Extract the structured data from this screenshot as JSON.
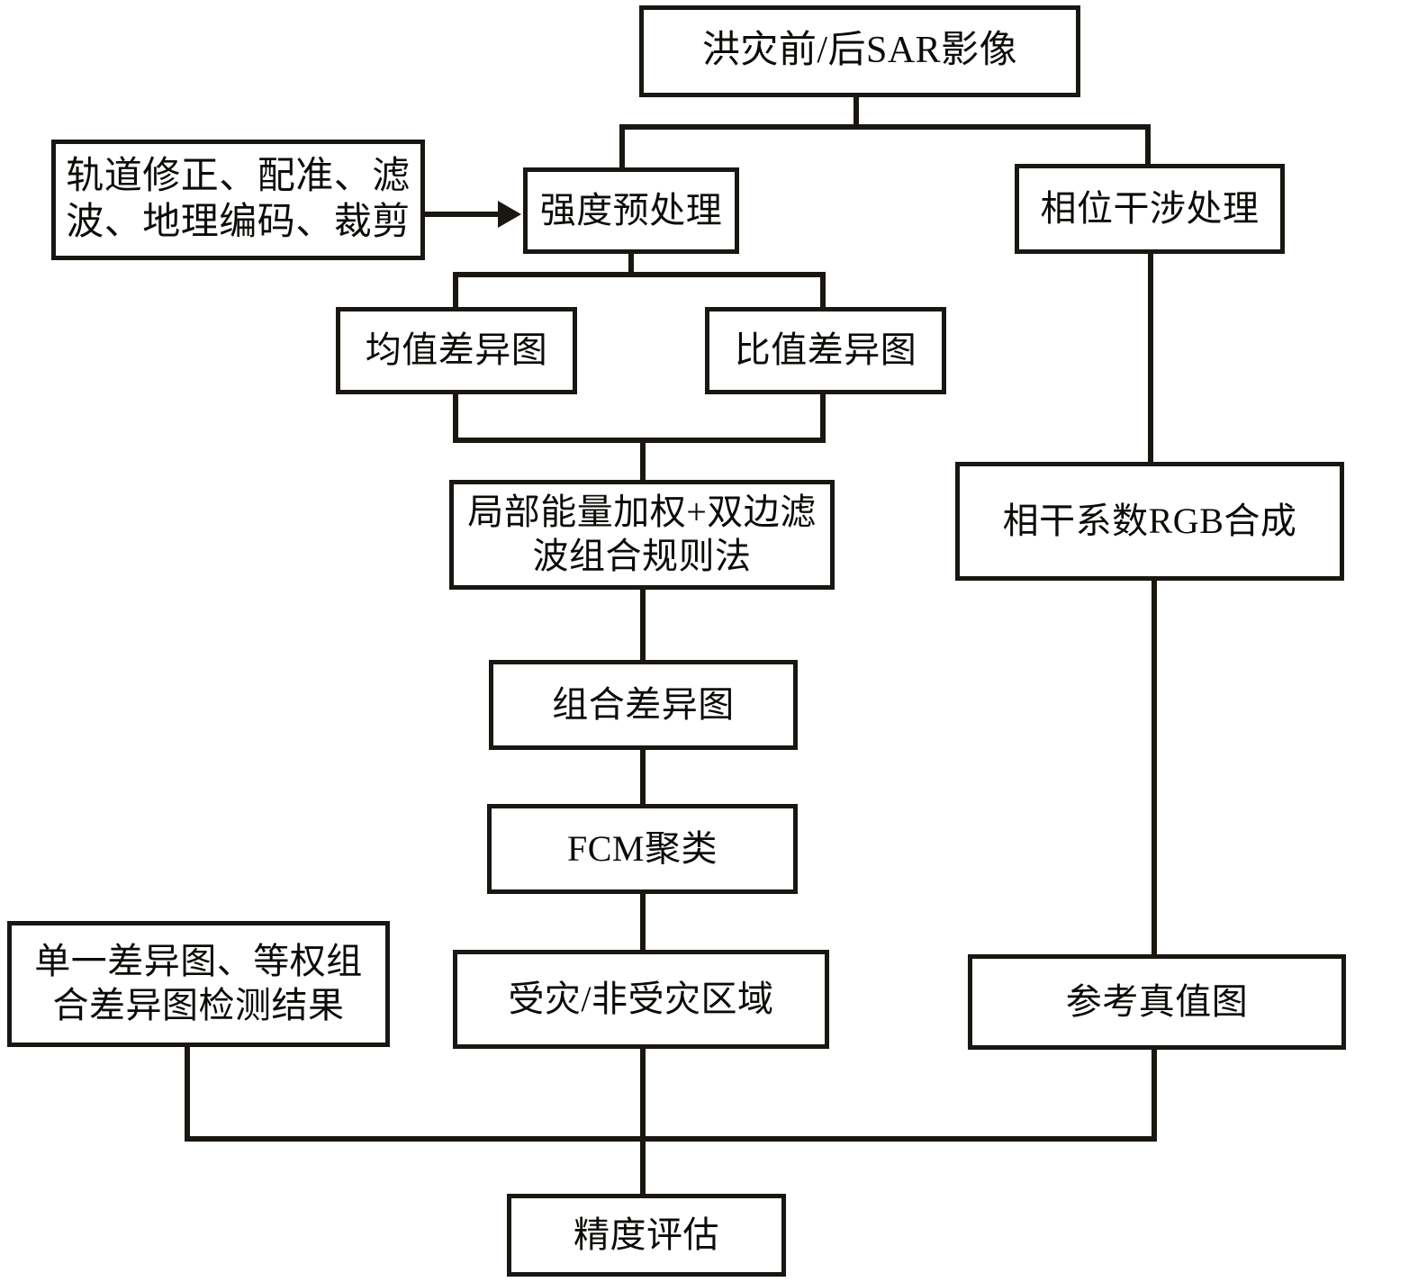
{
  "diagram": {
    "title": "SAR flood detection processing flowchart",
    "colors": {
      "stroke": "#1a1713",
      "fill": "#ffffff",
      "text": "#0d0b08"
    },
    "nodes": {
      "sar_images": "洪灾前/后SAR影像",
      "preprocess_steps": "轨道修正、配准、滤\n波、地理编码、裁剪",
      "intensity_preprocess": "强度预处理",
      "phase_interference": "相位干涉处理",
      "mean_difference_map": "均值差异图",
      "ratio_difference_map": "比值差异图",
      "fusion_rule": "局部能量加权+双边滤\n波组合规则法",
      "coherence_rgb": "相干系数RGB合成",
      "combined_difference_map": "组合差异图",
      "fcm_clustering": "FCM聚类",
      "single_and_equal_weight_results": "单一差异图、等权组\n合差异图检测结果",
      "flooded_nonflooded_area": "受灾/非受灾区域",
      "reference_truth_map": "参考真值图",
      "accuracy_assessment": "精度评估"
    },
    "connectors": [
      {
        "from": "sar_images",
        "to": "intensity_preprocess"
      },
      {
        "from": "sar_images",
        "to": "phase_interference"
      },
      {
        "from": "preprocess_steps",
        "to": "intensity_preprocess",
        "arrow": true
      },
      {
        "from": "intensity_preprocess",
        "to": "mean_difference_map"
      },
      {
        "from": "intensity_preprocess",
        "to": "ratio_difference_map"
      },
      {
        "from": "mean_difference_map",
        "to": "fusion_rule"
      },
      {
        "from": "ratio_difference_map",
        "to": "fusion_rule"
      },
      {
        "from": "fusion_rule",
        "to": "combined_difference_map"
      },
      {
        "from": "combined_difference_map",
        "to": "fcm_clustering"
      },
      {
        "from": "fcm_clustering",
        "to": "flooded_nonflooded_area"
      },
      {
        "from": "phase_interference",
        "to": "coherence_rgb"
      },
      {
        "from": "coherence_rgb",
        "to": "reference_truth_map"
      },
      {
        "from": "single_and_equal_weight_results",
        "to": "accuracy_assessment"
      },
      {
        "from": "flooded_nonflooded_area",
        "to": "accuracy_assessment"
      },
      {
        "from": "reference_truth_map",
        "to": "accuracy_assessment"
      }
    ]
  }
}
